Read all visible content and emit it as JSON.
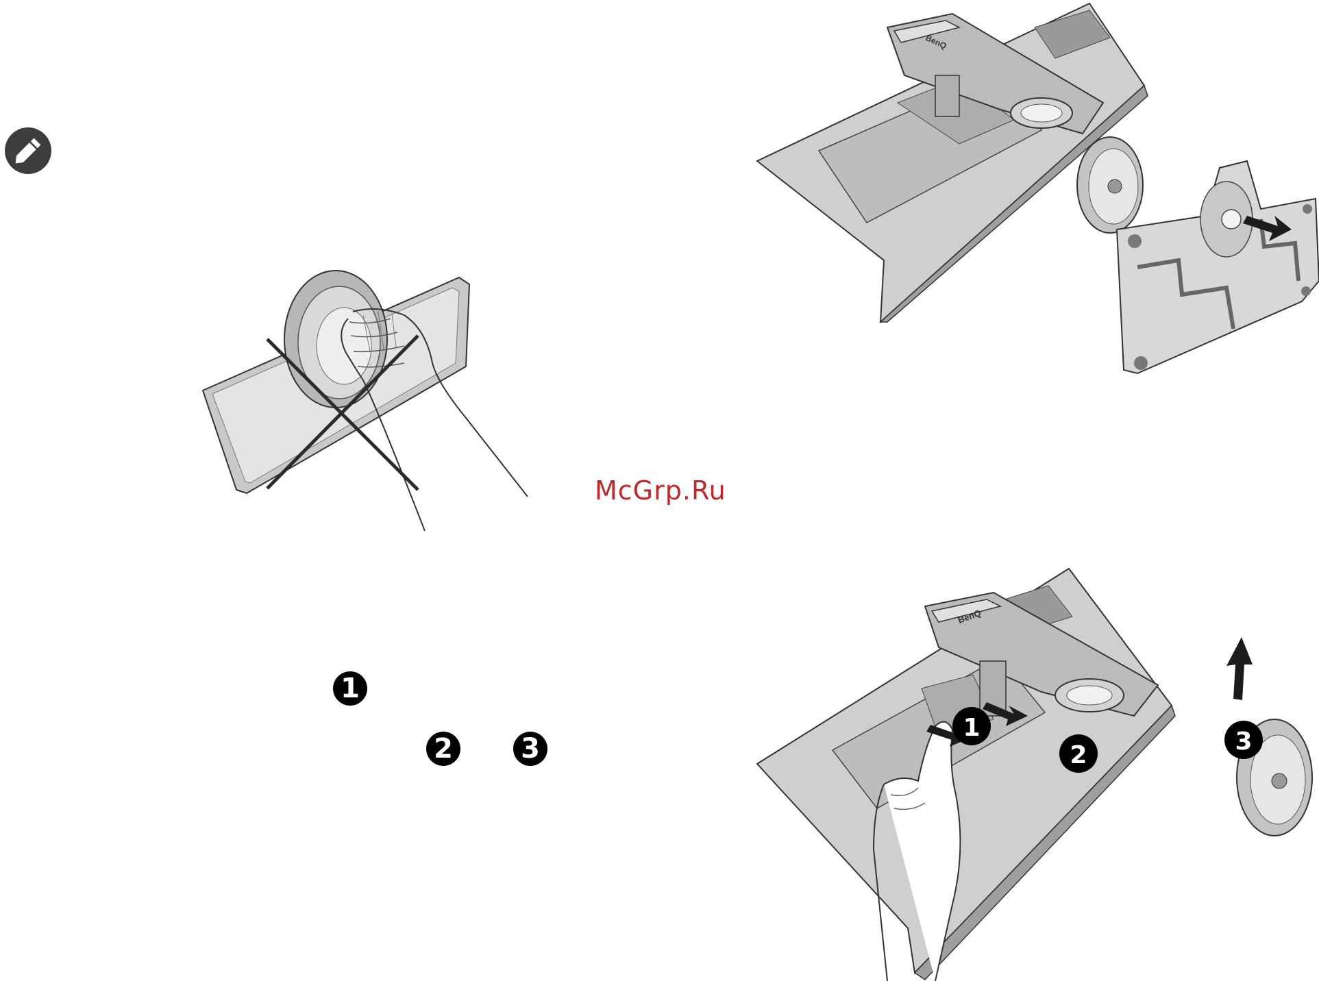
{
  "note_icon": {
    "icon": "pencil-note-icon",
    "color": "#3d3d3d"
  },
  "watermark": {
    "text": "McGrp.Ru",
    "color": "#c0282d"
  },
  "step_badges": [
    {
      "label": "1"
    },
    {
      "label": "2"
    },
    {
      "label": "3"
    }
  ],
  "figures": {
    "incorrect_grip": {
      "icon": "monitor-incorrect-grip-illustration"
    },
    "detach_stand_top": {
      "brand_text": "BenQ"
    },
    "release_stand_bottom": {
      "brand_text": "BenQ",
      "callouts": [
        {
          "label": "1"
        },
        {
          "label": "2"
        },
        {
          "label": "3"
        }
      ]
    }
  }
}
